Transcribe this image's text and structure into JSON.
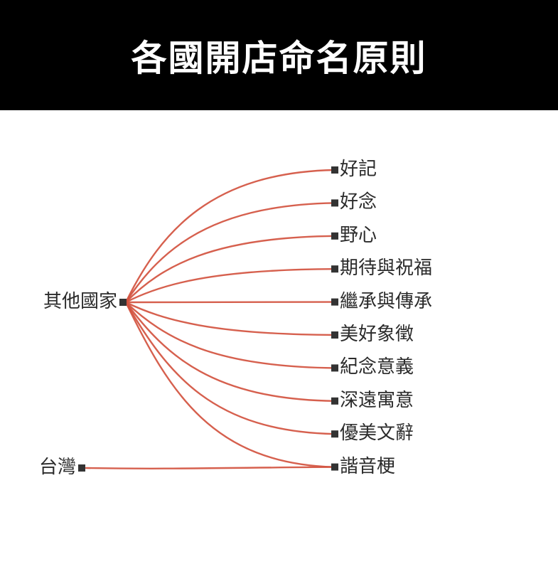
{
  "header": {
    "title": "各國開店命名原則"
  },
  "colors": {
    "header_bg": "#000000",
    "header_text": "#ffffff",
    "link": "#d2533f",
    "marker": "#333333",
    "label_text": "#2b2b2b"
  },
  "diagram": {
    "type": "sankey-tree",
    "sources": [
      {
        "id": "other",
        "label": "其他國家"
      },
      {
        "id": "taiwan",
        "label": "台灣"
      }
    ],
    "targets": [
      {
        "id": "haoji",
        "label": "好記"
      },
      {
        "id": "haonian",
        "label": "好念"
      },
      {
        "id": "yexin",
        "label": "野心"
      },
      {
        "id": "qidai",
        "label": "期待與祝福"
      },
      {
        "id": "jicheng",
        "label": "繼承與傳承"
      },
      {
        "id": "meihao",
        "label": "美好象徵"
      },
      {
        "id": "jinian",
        "label": "紀念意義"
      },
      {
        "id": "shenyuan",
        "label": "深遠寓意"
      },
      {
        "id": "youmei",
        "label": "優美文辭"
      },
      {
        "id": "xieyin",
        "label": "諧音梗"
      }
    ],
    "links": [
      {
        "from": "other",
        "to": "haoji"
      },
      {
        "from": "other",
        "to": "haonian"
      },
      {
        "from": "other",
        "to": "yexin"
      },
      {
        "from": "other",
        "to": "qidai"
      },
      {
        "from": "other",
        "to": "jicheng"
      },
      {
        "from": "other",
        "to": "meihao"
      },
      {
        "from": "other",
        "to": "jinian"
      },
      {
        "from": "other",
        "to": "shenyuan"
      },
      {
        "from": "other",
        "to": "youmei"
      },
      {
        "from": "other",
        "to": "xieyin"
      },
      {
        "from": "taiwan",
        "to": "xieyin"
      }
    ]
  }
}
